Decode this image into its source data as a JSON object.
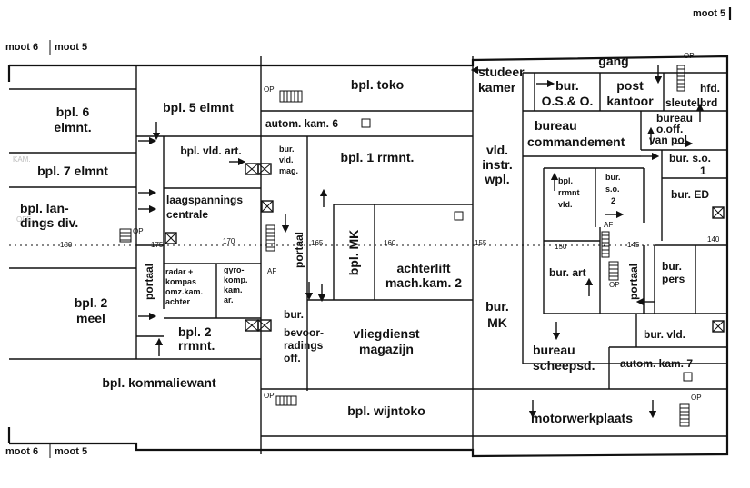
{
  "moot_labels": {
    "top_right": "moot 5",
    "top_left_a": "moot 6",
    "top_left_b": "moot 5",
    "bottom_left_a": "moot 6",
    "bottom_left_b": "moot 5"
  },
  "frame_numbers": [
    "180",
    "175",
    "170",
    "165",
    "160",
    "155",
    "150",
    "145",
    "140"
  ],
  "edge_ghost_text": [
    "KAM.",
    "OFF."
  ],
  "small_markers": {
    "op": "OP",
    "af": "AF"
  },
  "rooms": {
    "bpl6": [
      "bpl. 6",
      "elmnt."
    ],
    "bpl5": "bpl. 5 elmnt",
    "bpl7": "bpl. 7 elmnt",
    "bpl_landings": [
      "bpl. lan-",
      "dings div."
    ],
    "bpl2_meel": [
      "bpl. 2",
      "meel"
    ],
    "portaal_left": "portaal",
    "bpl_vld_art": "bpl. vld. art.",
    "laagspanning": [
      "laagspannings",
      "centrale"
    ],
    "radar": [
      "radar +",
      "kompas",
      "omz.kam.",
      "achter"
    ],
    "gyro": [
      "gyro-",
      "komp.",
      "kam.",
      "ar."
    ],
    "bpl2_rrmnt": [
      "bpl. 2",
      "rrmnt."
    ],
    "kommaliewant": "bpl.  kommaliewant",
    "toko": "bpl. toko",
    "autom6": "autom. kam. 6",
    "bur_vld_mag": [
      "bur.",
      "vld.",
      "mag."
    ],
    "bpl1_rrmnt": "bpl. 1 rrmnt.",
    "portaal_mid": "portaal",
    "bpl_mk": "bpl. MK",
    "achterlift": [
      "achterlift",
      "mach.kam. 2"
    ],
    "bur_bevoorrading": [
      "bur.",
      "bevoor-",
      "radings",
      "off."
    ],
    "vliegdienst": [
      "vliegdienst",
      "magazijn"
    ],
    "wijntoko": "bpl. wijntoko",
    "studeerkamer": [
      "studeer",
      "kamer"
    ],
    "gang": "gang",
    "bur_os": [
      "bur.",
      "O.S.& O."
    ],
    "postkantoor": [
      "post",
      "kantoor"
    ],
    "hfd_sleutel": [
      "hfd.",
      "sleutelbrd"
    ],
    "vld_instr": [
      "vld.",
      "instr.",
      "wpl."
    ],
    "bur_commandement": [
      "bureau",
      "commandement"
    ],
    "bureau_off_pol": [
      "bureau",
      "o.off.",
      "van pol."
    ],
    "bur_so1": [
      "bur. s.o.",
      "1"
    ],
    "bpl_rrmnt_vld": [
      "bpl.",
      "rrmnt",
      "vld."
    ],
    "bur_so2": [
      "bur.",
      "s.o.",
      "2"
    ],
    "bur_ed": "bur. ED",
    "bur_art": "bur. art",
    "portaal_right": "portaal",
    "bur_pers": [
      "bur.",
      "pers"
    ],
    "bur_mk": [
      "bur.",
      "MK"
    ],
    "bureau_scheepsd": [
      "bureau",
      "scheepsd."
    ],
    "bur_vld": "bur. vld.",
    "autom7": "autom. kam. 7",
    "motorwerkplaats": "motorwerkplaats"
  }
}
